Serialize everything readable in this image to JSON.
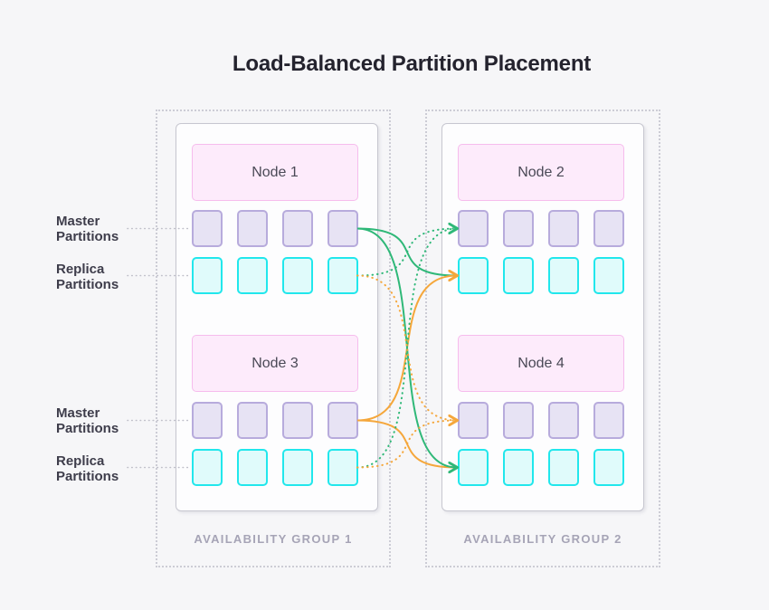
{
  "title": "Load-Balanced Partition Placement",
  "colors": {
    "background": "#f6f6f8",
    "title_text": "#24232e",
    "label_text": "#3e3d4b",
    "node_text": "#4a4956",
    "group_label_text": "#a6a4b6",
    "group_border": "#ccccd5",
    "container_bg": "#fdfdfe",
    "container_border": "#c7c7d0",
    "node_fill": "#fdebfb",
    "node_border": "#f6bced",
    "master_fill": "#e7e3f4",
    "master_border": "#b7abdc",
    "replica_fill": "#e0fbfb",
    "replica_border": "#21e7ec",
    "connector_dots": "#bfbfc9",
    "green": "#2fb878",
    "orange": "#f5a73b"
  },
  "groups": [
    {
      "label": "AVAILABILITY GROUP 1",
      "nodes": [
        {
          "name": "Node 1"
        },
        {
          "name": "Node 3"
        }
      ]
    },
    {
      "label": "AVAILABILITY GROUP 2",
      "nodes": [
        {
          "name": "Node 2"
        },
        {
          "name": "Node 4"
        }
      ]
    }
  ],
  "partitions_per_row": 4,
  "side_labels": [
    {
      "text": "Master Partitions",
      "row": "node1.master"
    },
    {
      "text": "Replica Partitions",
      "row": "node1.replica"
    },
    {
      "text": "Master Partitions",
      "row": "node3.master"
    },
    {
      "text": "Replica Partitions",
      "row": "node3.replica"
    }
  ],
  "connections": [
    {
      "from": "node1.master",
      "to": "node2.replica",
      "color": "green",
      "style": "solid",
      "arrow": false
    },
    {
      "from": "node3.master",
      "to": "node4.replica",
      "color": "orange",
      "style": "solid",
      "arrow": false
    },
    {
      "from": "node3.master",
      "to": "node2.replica",
      "color": "orange",
      "style": "solid",
      "arrow": true
    },
    {
      "from": "node1.master",
      "to": "node4.replica",
      "color": "green",
      "style": "solid",
      "arrow": true
    },
    {
      "from": "node3.replica",
      "to": "node2.master",
      "color": "green",
      "style": "dotted",
      "arrow": false
    },
    {
      "from": "node1.replica",
      "to": "node2.master",
      "color": "green",
      "style": "dotted",
      "arrow": true
    },
    {
      "from": "node1.replica",
      "to": "node4.master",
      "color": "orange",
      "style": "dotted",
      "arrow": false
    },
    {
      "from": "node3.replica",
      "to": "node4.master",
      "color": "orange",
      "style": "dotted",
      "arrow": true
    }
  ]
}
